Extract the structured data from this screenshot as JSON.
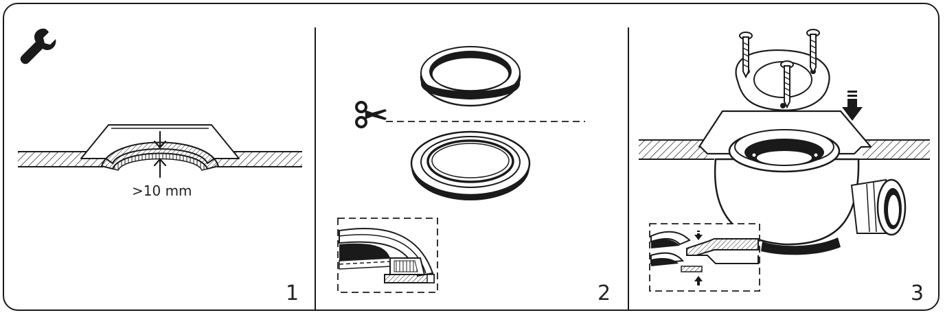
{
  "panels": [
    {
      "step": "1",
      "measurement": ">10 mm"
    },
    {
      "step": "2"
    },
    {
      "step": "3"
    }
  ],
  "icons": {
    "panel1": "wrench-icon",
    "panel2": "scissors-icon",
    "panel3": "down-arrow-icon"
  },
  "colors": {
    "ink": "#1a1a1a",
    "fill": "#ffffff"
  }
}
